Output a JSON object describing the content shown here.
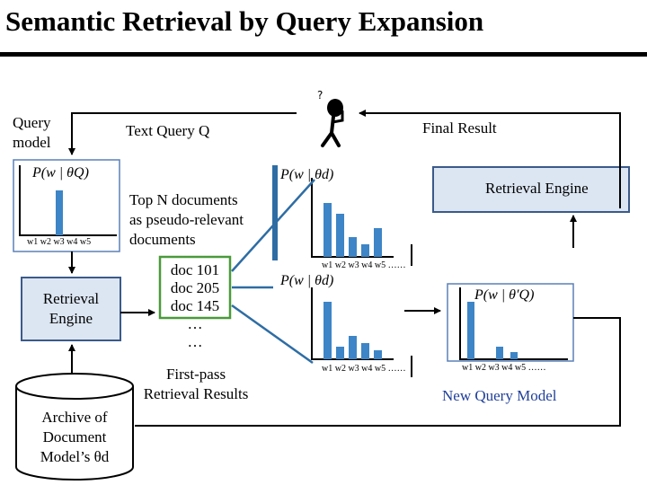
{
  "title": "Semantic Retrieval by Query Expansion",
  "labels": {
    "query_model": [
      "Query",
      "model"
    ],
    "text_query": "Text Query Q",
    "final_result": "Final Result",
    "retrieval_engine_top": "Retrieval Engine",
    "retrieval_engine_left": [
      "Retrieval",
      "Engine"
    ],
    "top_n_docs": [
      "Top N documents",
      "as pseudo-relevant",
      "documents"
    ],
    "first_pass_results": [
      "First-pass",
      "Retrieval Results"
    ],
    "archive": [
      "Archive of",
      "Document",
      "Model’s θd"
    ],
    "new_query_model": "New Query Model"
  },
  "doc_list": [
    "doc 101",
    "doc 205",
    "doc 145",
    "…",
    "…"
  ],
  "formulas": {
    "query_model": "P(w | θQ)",
    "doc_model": "P(w | θd)",
    "new_query_model": "P(w | θ′Q)"
  },
  "tick_labels": {
    "query_model": "w1 w2 w3 w4 w5",
    "doc_model_1": "w1 w2 w3 w4 w5 ……",
    "doc_model_2": "w1 w2 w3 w4 w5 ……",
    "new_query_model": "w1 w2 w3 w4 w5 ……"
  },
  "icons": {
    "thinking_person": "thinking-person-icon",
    "database": "database-cylinder-icon"
  },
  "colors": {
    "bar": "#3d85c6",
    "box_fill": "#dce6f2",
    "box_border": "#3b5a8a",
    "connector": "#2e6da4",
    "highlight": "#4a9a3a",
    "new_query_text": "#1f3f9a"
  }
}
